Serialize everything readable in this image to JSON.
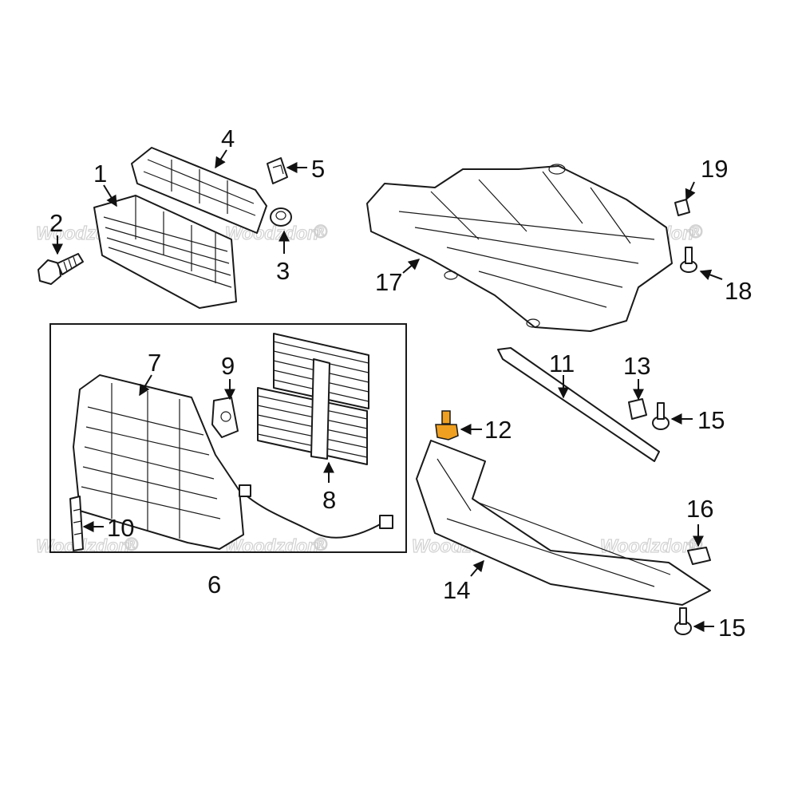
{
  "callouts": {
    "c1": "1",
    "c2": "2",
    "c3": "3",
    "c4": "4",
    "c5": "5",
    "c6": "6",
    "c7": "7",
    "c8": "8",
    "c9": "9",
    "c10": "10",
    "c11": "11",
    "c12": "12",
    "c13": "13",
    "c14": "14",
    "c15a": "15",
    "c15b": "15",
    "c16": "16",
    "c17": "17",
    "c18": "18",
    "c19": "19"
  },
  "watermark": {
    "text": "Woodzdon",
    "registered": "®"
  },
  "colors": {
    "highlight_part": "#f0a020",
    "line": "#1a1a1a",
    "background": "#ffffff"
  }
}
